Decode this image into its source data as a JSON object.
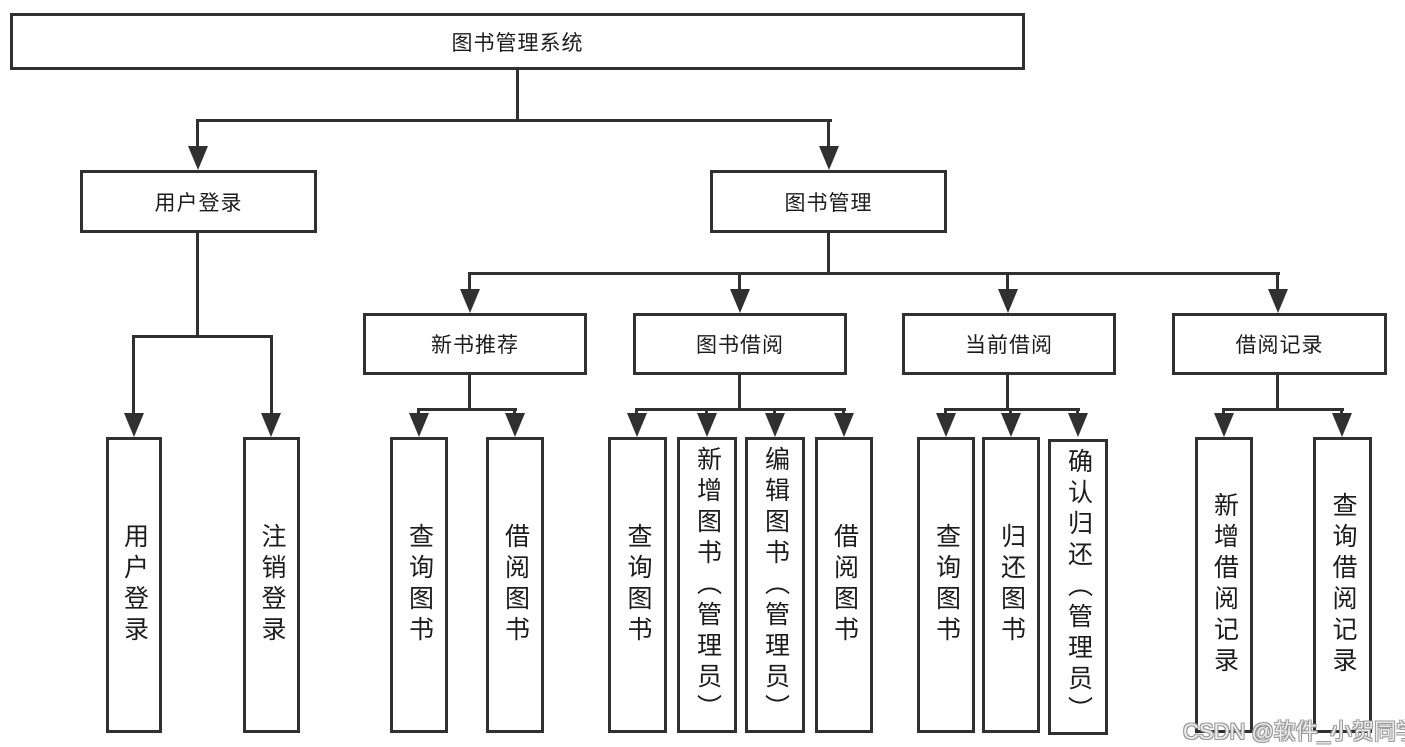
{
  "nodes": {
    "root": "图书管理系统",
    "user_login": "用户登录",
    "book_mgmt": "图书管理",
    "new_books": "新书推荐",
    "book_borrow": "图书借阅",
    "current_borrow": "当前借阅",
    "borrow_records": "借阅记录"
  },
  "leaves": {
    "user_login": [
      "用户登录",
      "注销登录"
    ],
    "new_books": [
      "查询图书",
      "借阅图书"
    ],
    "book_borrow": [
      "查询图书",
      "新增图书（管理员）",
      "编辑图书（管理员）",
      "借阅图书"
    ],
    "current_borrow": [
      "查询图书",
      "归还图书",
      "确认归还（管理员）"
    ],
    "borrow_records": [
      "新增借阅记录",
      "查询借阅记录"
    ]
  },
  "watermark": "CSDN @软件_小贺同学",
  "colors": {
    "line": "#303030",
    "text": "#1c1c1c",
    "watermark_fill": "#ececec",
    "watermark_outline": "#9a9a9a",
    "background": "#ffffff"
  }
}
